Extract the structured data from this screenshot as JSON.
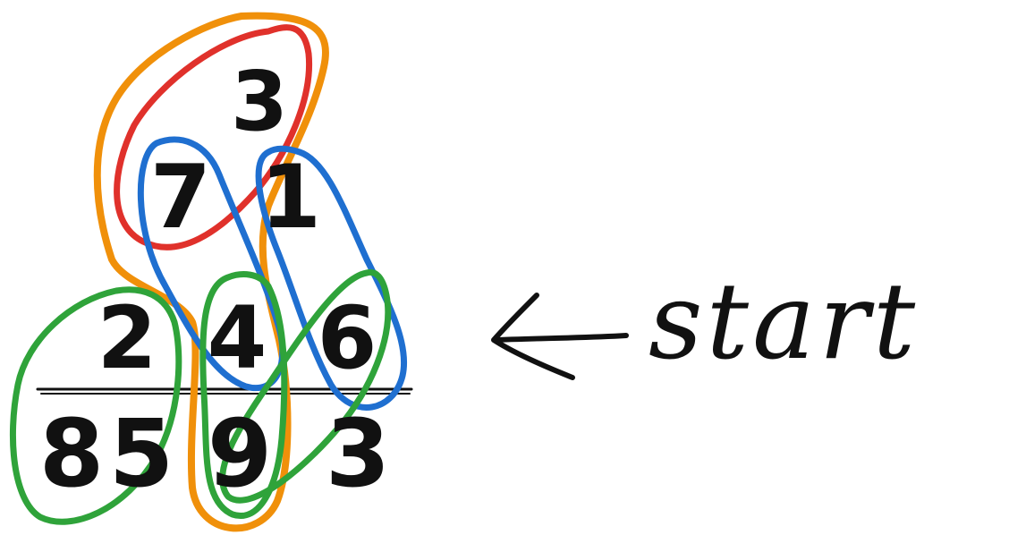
{
  "colors": {
    "ink": "#111111",
    "red": "#e0312b",
    "orange": "#f0900a",
    "blue": "#1f6fd0",
    "green": "#2fa33a"
  },
  "rows": {
    "top": [
      "3"
    ],
    "second": [
      "7",
      "1"
    ],
    "third": [
      "2",
      "4",
      "6"
    ],
    "result": [
      "8",
      "5",
      "9",
      "3"
    ]
  },
  "annotation": {
    "arrow_icon": "left-arrow-icon",
    "label": "start"
  }
}
